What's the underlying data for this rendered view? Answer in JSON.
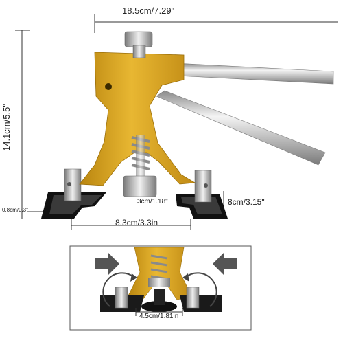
{
  "dimensions": {
    "overall_width": "18.5cm/7.29\"",
    "overall_height": "14.1cm/5.5\"",
    "base_thickness": "0.8cm/0.3\"",
    "base_depth": "8cm/3.15\"",
    "head_width": "3cm/1.18\"",
    "base_width": "8.3cm/3.3in",
    "disc_diameter": "4.5cm/1.81in"
  },
  "colors": {
    "body_gold": "#d9a21e",
    "handle_silver": "#c8c8c8",
    "base_black": "#1a1a1a",
    "arrow_gray": "#555555"
  }
}
